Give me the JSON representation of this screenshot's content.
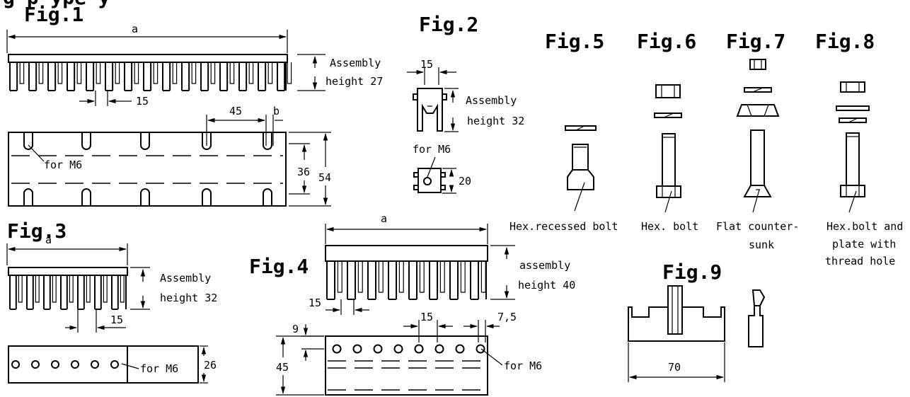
{
  "header_fragment": "g       p         ype     y",
  "fig1": {
    "title": "Fig.1",
    "dim_a": "a",
    "assembly_line1": "Assembly",
    "assembly_line2": "height 27",
    "pitch": "15",
    "dim_45": "45",
    "dim_b": "b",
    "for_m6": "for M6",
    "dim_36": "36",
    "dim_54": "54"
  },
  "fig2": {
    "title": "Fig.2",
    "dim_15": "15",
    "assembly_line1": "Assembly",
    "assembly_line2": "height 32",
    "for_m6": "for M6",
    "dim_20": "20"
  },
  "fig3": {
    "title": "Fig.3",
    "dim_a": "a",
    "assembly_line1": "Assembly",
    "assembly_line2": "height 32",
    "pitch": "15",
    "for_m6": "for M6",
    "dim_26": "26"
  },
  "fig4": {
    "title": "Fig.4",
    "dim_a": "a",
    "assembly_line1": "assembly",
    "assembly_line2": "height 40",
    "pitch_bottom": "15",
    "dim_15": "15",
    "dim_7_5": "7,5",
    "dim_9": "9",
    "dim_45": "45",
    "for_m6": "for M6"
  },
  "fig5": {
    "title": "Fig.5",
    "caption": "Hex.recessed bolt"
  },
  "fig6": {
    "title": "Fig.6",
    "caption": "Hex. bolt"
  },
  "fig7": {
    "title": "Fig.7",
    "caption_line1": "Flat counter-",
    "caption_line2": "sunk"
  },
  "fig8": {
    "title": "Fig.8",
    "caption_line1": "Hex.bolt and",
    "caption_line2": "plate with",
    "caption_line3": "thread hole"
  },
  "fig9": {
    "title": "Fig.9",
    "dim_70": "70"
  }
}
